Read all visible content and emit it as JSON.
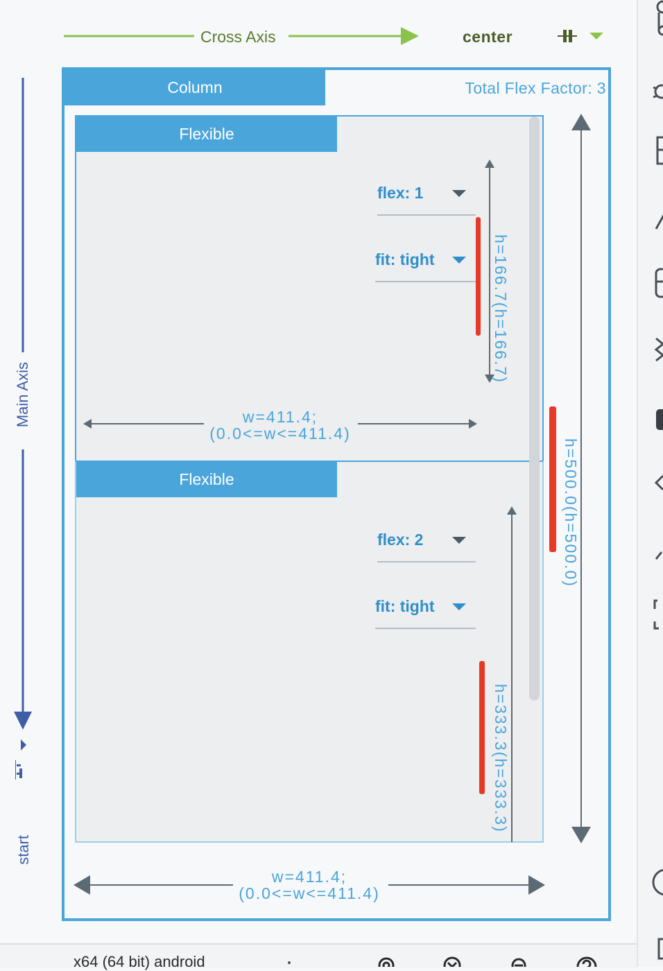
{
  "header": {
    "cross_axis_label": "Cross Axis",
    "cross_alignment": "center"
  },
  "main_axis": {
    "label": "Main Axis",
    "alignment": "start"
  },
  "column": {
    "tab_label": "Column",
    "total_flex_label": "Total Flex Factor: 3",
    "height_label": "h=500.0",
    "height_constraint": "(h=500.0)",
    "width_label": "w=411.4;",
    "width_constraint": "(0.0<=w<=411.4)"
  },
  "children": [
    {
      "tab_label": "Flexible",
      "flex_label": "flex: 1",
      "fit_label": "fit: tight",
      "height_label": "h=166.7",
      "height_constraint": "(h=166.7)",
      "width_label": "w=411.4;",
      "width_constraint": "(0.0<=w<=411.4)"
    },
    {
      "tab_label": "Flexible",
      "flex_label": "flex: 2",
      "fit_label": "fit: tight",
      "height_label": "h=333.3",
      "height_constraint": "(h=333.3)"
    }
  ],
  "status_bar": {
    "device_text": "x64 (64 bit) android"
  },
  "colors": {
    "accent_blue": "#4aa5db",
    "axis_blue": "#3f5ea8",
    "cross_green": "#8bc34a",
    "overflow_red": "#e63a26"
  }
}
